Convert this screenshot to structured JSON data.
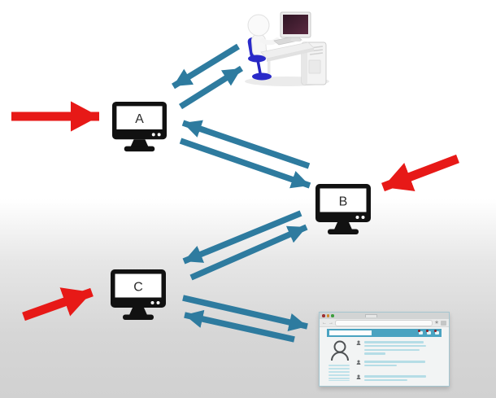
{
  "diagram": {
    "nodes": [
      {
        "id": "a",
        "label": "A"
      },
      {
        "id": "b",
        "label": "B"
      },
      {
        "id": "c",
        "label": "C"
      }
    ],
    "connections": [
      {
        "from": "user",
        "to": "a"
      },
      {
        "from": "a",
        "to": "user"
      },
      {
        "from": "b",
        "to": "a"
      },
      {
        "from": "a",
        "to": "b"
      },
      {
        "from": "b",
        "to": "c"
      },
      {
        "from": "c",
        "to": "b"
      },
      {
        "from": "c",
        "to": "browser"
      },
      {
        "from": "browser",
        "to": "c"
      }
    ],
    "red_pointers": [
      "node-a",
      "node-b",
      "node-c"
    ]
  },
  "icons": {
    "workstation": "person-at-computer-icon",
    "node": "monitor-icon",
    "browser": "browser-window-icon",
    "profile": "profile-avatar-icon",
    "feed_user": "mini-person-icon",
    "browser_back": "←",
    "browser_forward": "→",
    "browser_star": "★"
  },
  "colors": {
    "blue_arrow": "#2e7b9f",
    "red_arrow": "#e71917",
    "monitor_black": "#111111",
    "browser_bar_blue": "#4aa3c1",
    "skeleton_line_blue": "#b5dde6",
    "chair_blue": "#2a2ac9",
    "screen_maroon": "#5a2940"
  }
}
